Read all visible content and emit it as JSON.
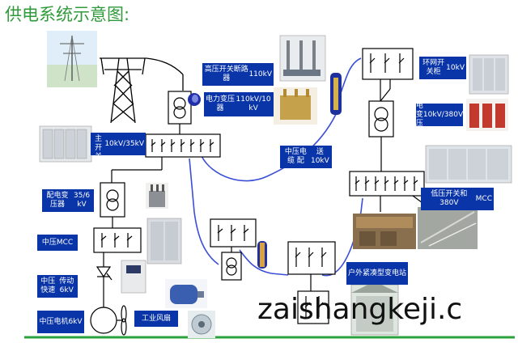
{
  "title": "供电系统示意图:",
  "labels": {
    "hv_breaker": {
      "name": "高压开关断路器",
      "value": "110kV"
    },
    "power_transformer": {
      "name": "电力变压器",
      "value": "110kV/10 kV"
    },
    "mv_main_switchgear": {
      "name": "中压主开关柜",
      "value": "10kV/35kV"
    },
    "mv_cable": {
      "name": "中压电缆 配",
      "value": "送     10kV"
    },
    "ring_main_unit": {
      "name": "环网开关柜",
      "value": "10kV"
    },
    "dist_transformer_right": {
      "name": "配电变压器",
      "value": "10kV/380V"
    },
    "lv_switch_mcc": {
      "name": "低压开关和380V",
      "value": "MCC"
    },
    "dist_transformer_left": {
      "name": "配电变压器",
      "value": "35/6 kV"
    },
    "mv_mcc": {
      "name": "中压MCC"
    },
    "mv_fast_drive": {
      "name": "中压快速",
      "value": "传动 6kV"
    },
    "mv_motor": {
      "name": "中压电机",
      "value": "6kV"
    },
    "industrial_fan": {
      "name": "工业风扇"
    },
    "outdoor_substation": {
      "name": "户外紧凑型变",
      "value": "电站"
    }
  },
  "watermark": "zaishangkeji.c",
  "colors": {
    "title": "#2e9a3a",
    "label_bg": "#0a35a8",
    "label_text": "#ffffff",
    "cable": "#3a4fd6",
    "ground": "#2aa13a",
    "line": "#000000"
  }
}
